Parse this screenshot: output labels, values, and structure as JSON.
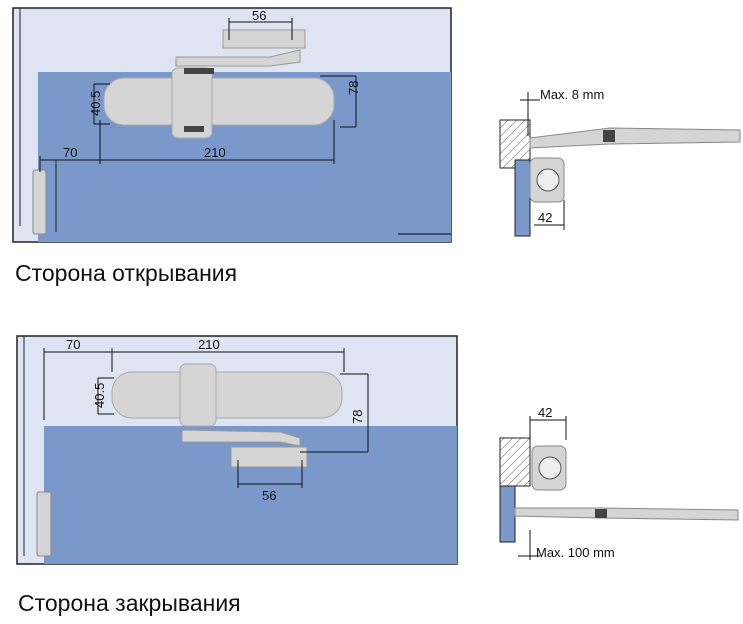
{
  "top": {
    "dims": {
      "d56": "56",
      "d78": "78",
      "d40_5": "40.5",
      "d70": "70",
      "d210": "210"
    },
    "side": {
      "max_label": "Max. 8 mm",
      "d42": "42"
    },
    "caption": "Сторона открывания"
  },
  "bottom": {
    "dims": {
      "d70": "70",
      "d210": "210",
      "d40_5": "40.5",
      "d78": "78",
      "d56": "56"
    },
    "side": {
      "d42": "42",
      "max_label": "Max. 100 mm"
    },
    "caption": "Сторона закрывания"
  },
  "colors": {
    "wall": "#dfe4f3",
    "door": "#7b98cb",
    "body": "#d5d5d5",
    "line": "#111111"
  }
}
